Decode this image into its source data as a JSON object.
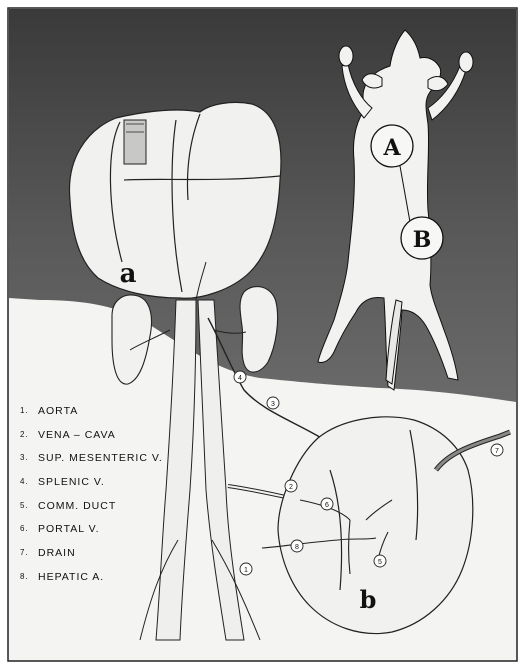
{
  "labels": {
    "a": "a",
    "b": "b",
    "A": "A",
    "B": "B"
  },
  "legend": [
    {
      "num": "1.",
      "text": "AORTA"
    },
    {
      "num": "2.",
      "text": "VENA – CAVA"
    },
    {
      "num": "3.",
      "text": "SUP. MESENTERIC V."
    },
    {
      "num": "4.",
      "text": "SPLENIC V."
    },
    {
      "num": "5.",
      "text": "COMM. DUCT"
    },
    {
      "num": "6.",
      "text": "PORTAL V."
    },
    {
      "num": "7.",
      "text": "DRAIN"
    },
    {
      "num": "8.",
      "text": "HEPATIC A."
    }
  ],
  "callouts": [
    "1",
    "2",
    "3",
    "4",
    "5",
    "6",
    "7",
    "8"
  ],
  "colors": {
    "background_dark": "#4a4a4a",
    "background_light": "#f4f4f2",
    "ink": "#1a1a1a"
  }
}
